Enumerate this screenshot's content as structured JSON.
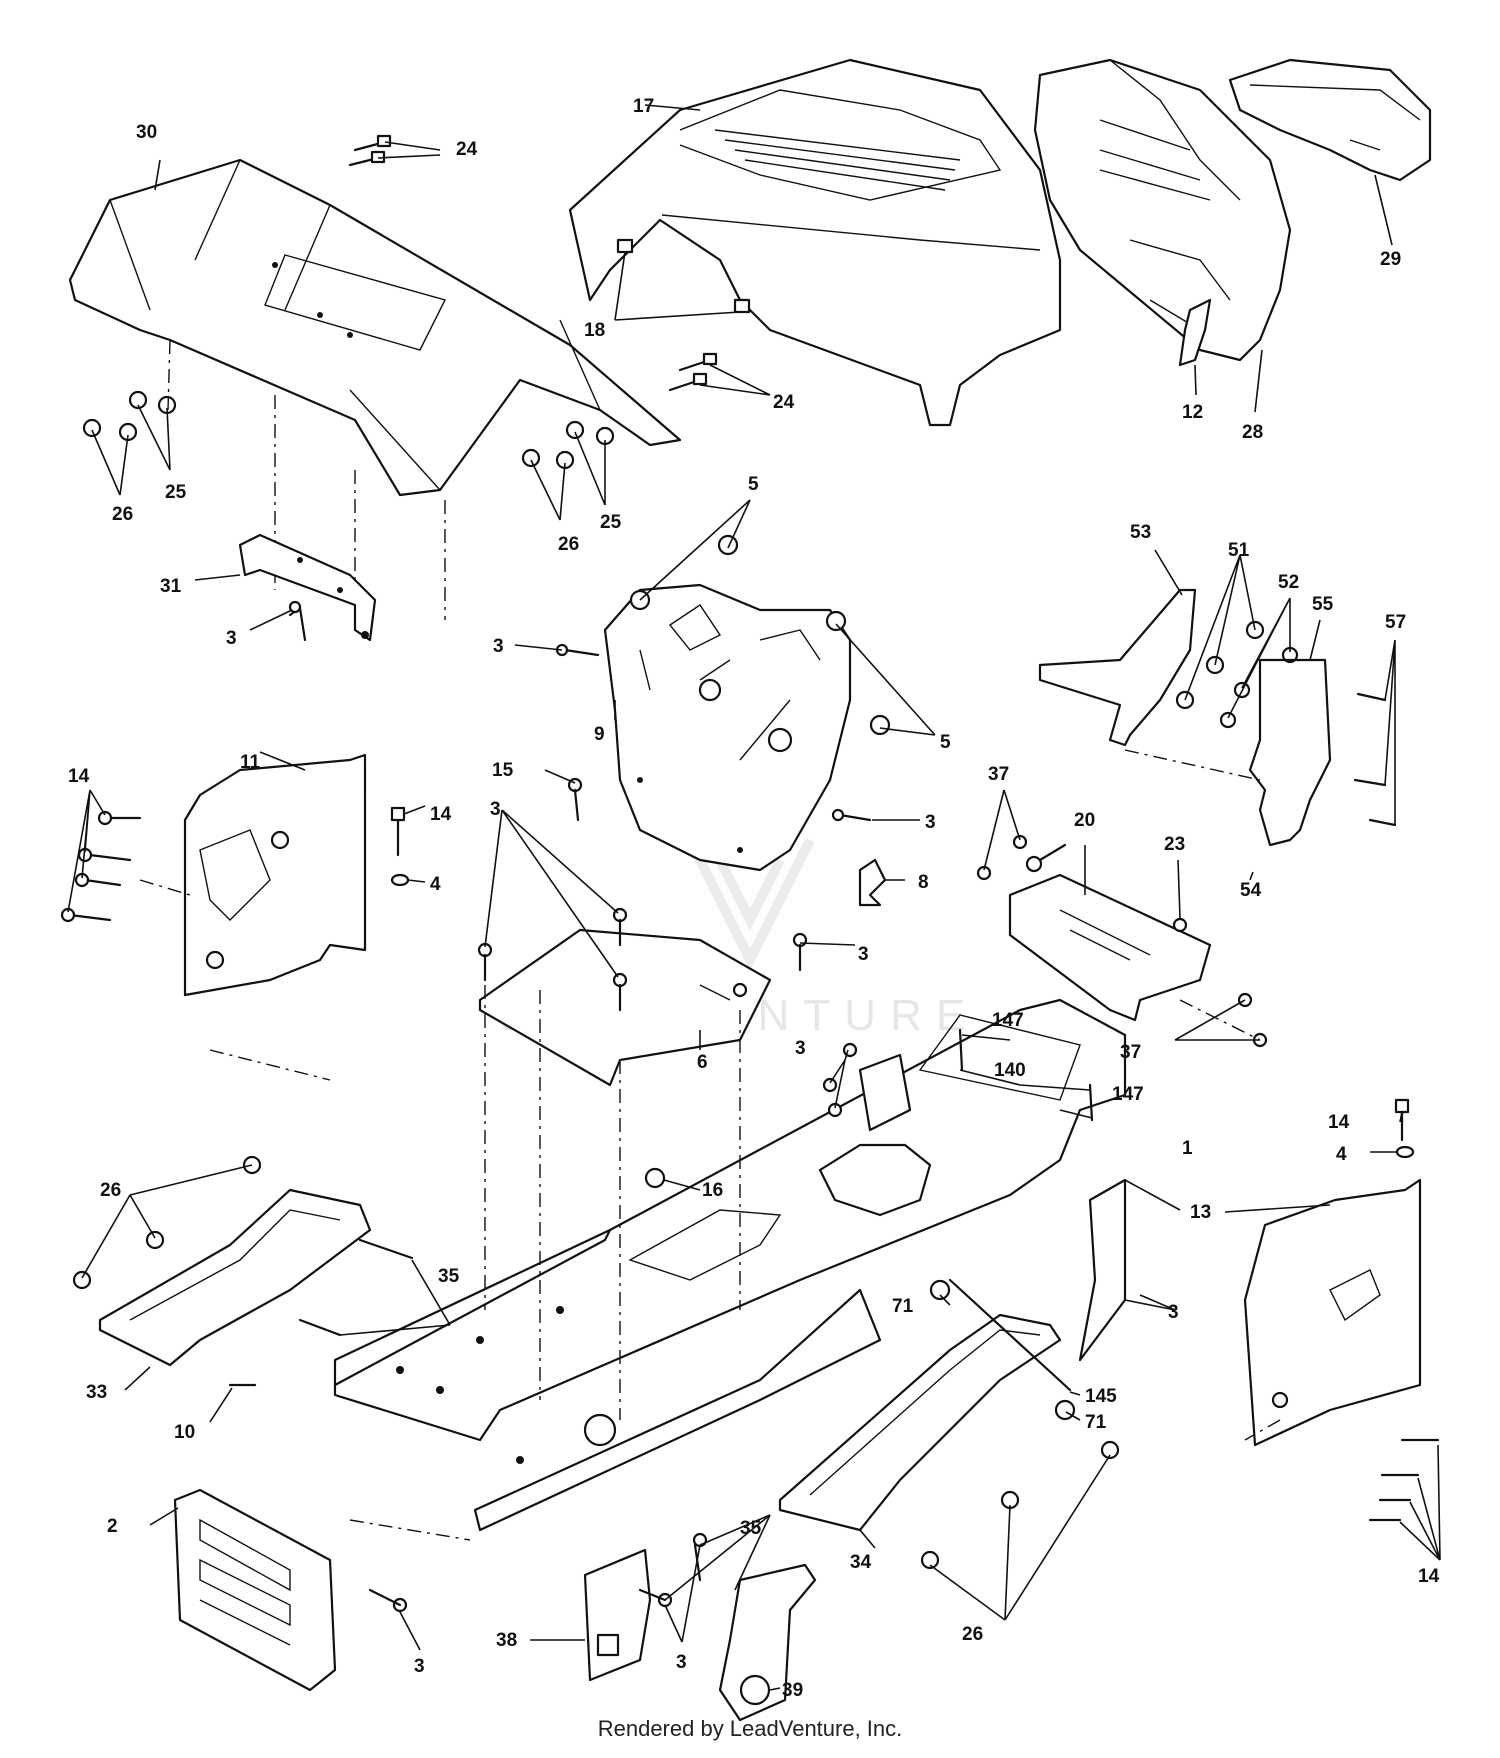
{
  "callouts": [
    {
      "id": "c30",
      "text": "30"
    },
    {
      "id": "c24a",
      "text": "24"
    },
    {
      "id": "c17",
      "text": "17"
    },
    {
      "id": "c29",
      "text": "29"
    },
    {
      "id": "c18",
      "text": "18"
    },
    {
      "id": "c24b",
      "text": "24"
    },
    {
      "id": "c12",
      "text": "12"
    },
    {
      "id": "c28",
      "text": "28"
    },
    {
      "id": "c26a",
      "text": "26"
    },
    {
      "id": "c25a",
      "text": "25"
    },
    {
      "id": "c26b",
      "text": "26"
    },
    {
      "id": "c25b",
      "text": "25"
    },
    {
      "id": "c5a",
      "text": "5"
    },
    {
      "id": "c53",
      "text": "53"
    },
    {
      "id": "c51",
      "text": "51"
    },
    {
      "id": "c52",
      "text": "52"
    },
    {
      "id": "c55",
      "text": "55"
    },
    {
      "id": "c57",
      "text": "57"
    },
    {
      "id": "c31",
      "text": "31"
    },
    {
      "id": "c3a",
      "text": "3"
    },
    {
      "id": "c3b",
      "text": "3"
    },
    {
      "id": "c9",
      "text": "9"
    },
    {
      "id": "c5b",
      "text": "5"
    },
    {
      "id": "c11",
      "text": "11"
    },
    {
      "id": "c14a",
      "text": "14"
    },
    {
      "id": "c15",
      "text": "15"
    },
    {
      "id": "c14b",
      "text": "14"
    },
    {
      "id": "c4a",
      "text": "4"
    },
    {
      "id": "c3c",
      "text": "3"
    },
    {
      "id": "c3d",
      "text": "3"
    },
    {
      "id": "c37a",
      "text": "37"
    },
    {
      "id": "c20",
      "text": "20"
    },
    {
      "id": "c23",
      "text": "23"
    },
    {
      "id": "c54",
      "text": "54"
    },
    {
      "id": "c8",
      "text": "8"
    },
    {
      "id": "c3e",
      "text": "3"
    },
    {
      "id": "c37b",
      "text": "37"
    },
    {
      "id": "c147a",
      "text": "147"
    },
    {
      "id": "c3f",
      "text": "3"
    },
    {
      "id": "c140",
      "text": "140"
    },
    {
      "id": "c147b",
      "text": "147"
    },
    {
      "id": "c6",
      "text": "6"
    },
    {
      "id": "c14c",
      "text": "14"
    },
    {
      "id": "c4b",
      "text": "4"
    },
    {
      "id": "c1",
      "text": "1"
    },
    {
      "id": "c26c",
      "text": "26"
    },
    {
      "id": "c16",
      "text": "16"
    },
    {
      "id": "c13",
      "text": "13"
    },
    {
      "id": "c35a",
      "text": "35"
    },
    {
      "id": "c3g",
      "text": "3"
    },
    {
      "id": "c71a",
      "text": "71"
    },
    {
      "id": "c33",
      "text": "33"
    },
    {
      "id": "c145",
      "text": "145"
    },
    {
      "id": "c71b",
      "text": "71"
    },
    {
      "id": "c10",
      "text": "10"
    },
    {
      "id": "c2",
      "text": "2"
    },
    {
      "id": "c35b",
      "text": "35"
    },
    {
      "id": "c34",
      "text": "34"
    },
    {
      "id": "c14d",
      "text": "14"
    },
    {
      "id": "c38",
      "text": "38"
    },
    {
      "id": "c39",
      "text": "39"
    },
    {
      "id": "c26d",
      "text": "26"
    },
    {
      "id": "c3h",
      "text": "3"
    },
    {
      "id": "c3i",
      "text": "3"
    }
  ],
  "watermark": "LEADVENTURE",
  "credit": "Rendered by LeadVenture, Inc."
}
